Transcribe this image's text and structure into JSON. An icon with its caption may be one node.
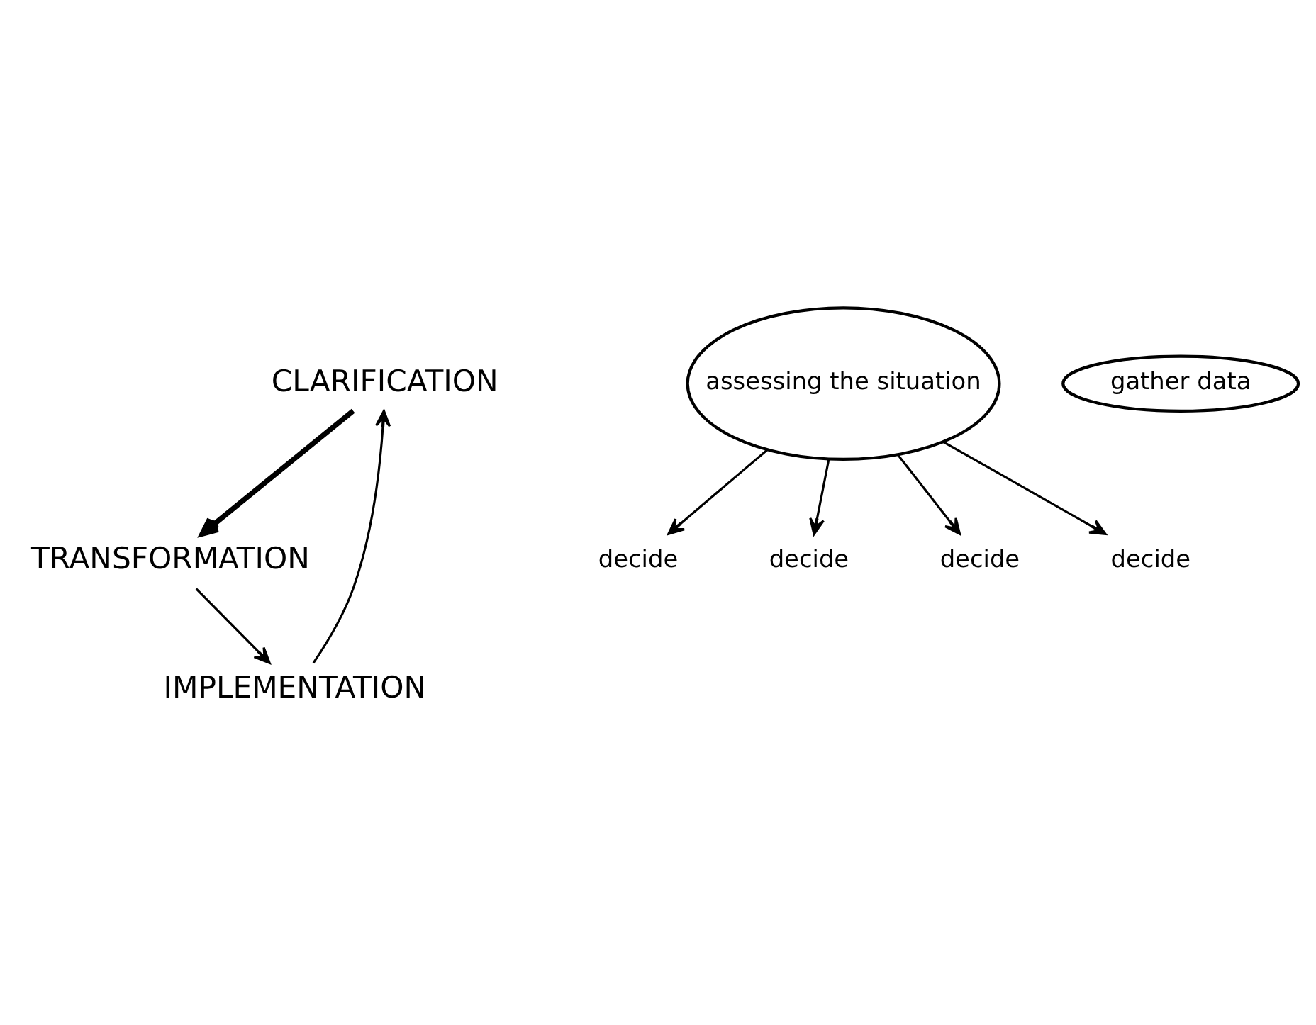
{
  "diagram": {
    "nodes": [
      {
        "text": [
          "CLARIFICATION"
        ]
      },
      {
        "text": [
          "TRANSFORMATION"
        ]
      },
      {
        "text": [
          "IMPLEMENTATION"
        ]
      },
      {
        "text": [
          "assessing the situation"
        ]
      },
      {
        "text": [
          "gather data"
        ]
      },
      {
        "text": [
          "decide"
        ]
      },
      {
        "text": [
          "decide"
        ]
      },
      {
        "text": [
          "decide"
        ]
      },
      {
        "text": [
          "decide"
        ]
      }
    ],
    "edges": [
      {
        "from": 0,
        "to": 1,
        "arrow": "to",
        "style": "thick"
      },
      {
        "from": 1,
        "to": 2,
        "arrow": "to"
      },
      {
        "from": 2,
        "to": 0,
        "arrow": "to"
      },
      {
        "from": 3,
        "to": 5,
        "arrow": "to"
      },
      {
        "from": 3,
        "to": 6,
        "arrow": "to"
      },
      {
        "from": 3,
        "to": 7,
        "arrow": "to"
      },
      {
        "from": 3,
        "to": 8,
        "arrow": "to"
      }
    ]
  }
}
